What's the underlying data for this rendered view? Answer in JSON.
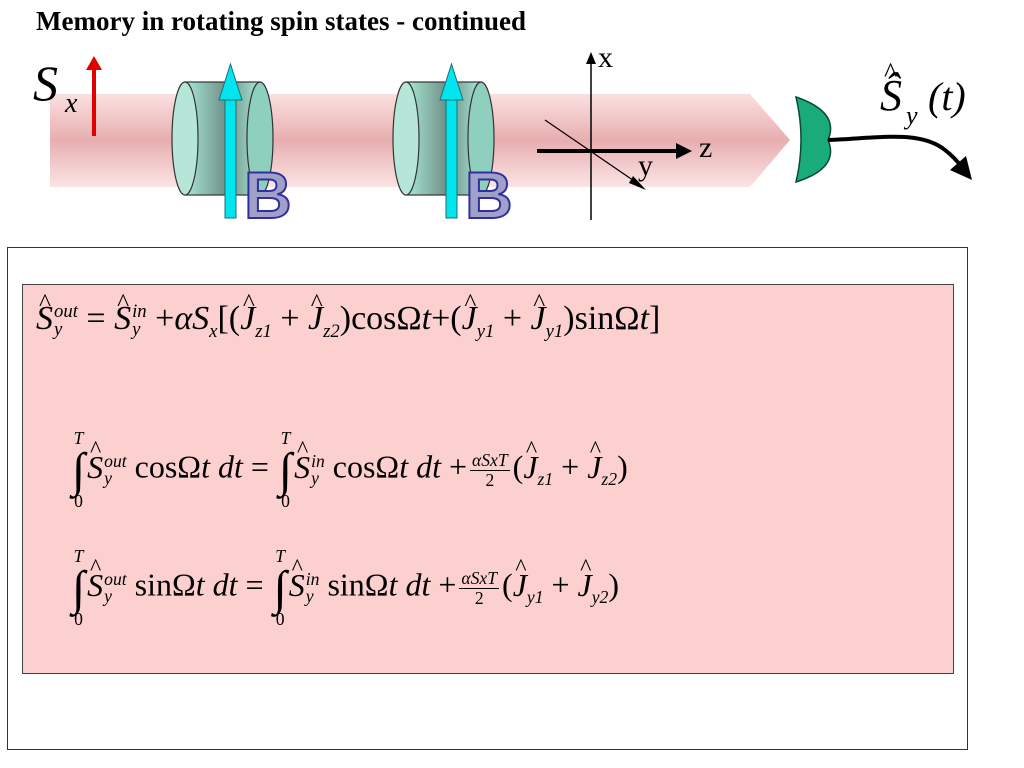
{
  "title": "Memory in rotating spin states - continued",
  "diagram": {
    "input_label": "S",
    "input_sub": "x",
    "output_label": "Ŝ",
    "output_sub": "y",
    "output_arg": "(t)",
    "field_label_1": "B",
    "field_label_2": "B",
    "axis_x": "x",
    "axis_y": "y",
    "axis_z": "z"
  },
  "equations": {
    "eq1": {
      "S": "S",
      "sub_y": "y",
      "sup_out": "out",
      "sup_in": "in",
      "eq": "=",
      "plus": "+",
      "alpha": "α",
      "Sx_S": "S",
      "Sx_sub": "x",
      "open": "[(",
      "J": "J",
      "z1": "z1",
      "z2": "z2",
      "cos": ")cosΩ",
      "t": "t",
      "plus2": "+(",
      "y1a": "y1",
      "y1b": "y1",
      "sin": ")sinΩ",
      "t2": "t",
      "close": "]"
    },
    "eq2": {
      "upper": "T",
      "lower": "0",
      "S": "S",
      "sub_y": "y",
      "sup_out": "out",
      "sup_in": "in",
      "fn": "cosΩ",
      "t": "t",
      "dt": "dt",
      "eq": "=",
      "plus": "+",
      "frac_num": "αSxT",
      "frac_den": "2",
      "J": "J",
      "i1": "z1",
      "i2": "z2"
    },
    "eq3": {
      "upper": "T",
      "lower": "0",
      "S": "S",
      "sub_y": "y",
      "sup_out": "out",
      "sup_in": "in",
      "fn": "sinΩ",
      "t": "t",
      "dt": "dt",
      "eq": "=",
      "plus": "+",
      "frac_num": "αSxT",
      "frac_den": "2",
      "J": "J",
      "i1": "y1",
      "i2": "y2"
    }
  },
  "colors": {
    "beam": "#f4c4c4",
    "cell": "#7fcfb8",
    "field_arrow": "#00e5ee",
    "field_label": "#9090c0",
    "input_arrow": "#e00000",
    "detector": "#1aab7a",
    "box_fill": "#fdd0d0"
  }
}
